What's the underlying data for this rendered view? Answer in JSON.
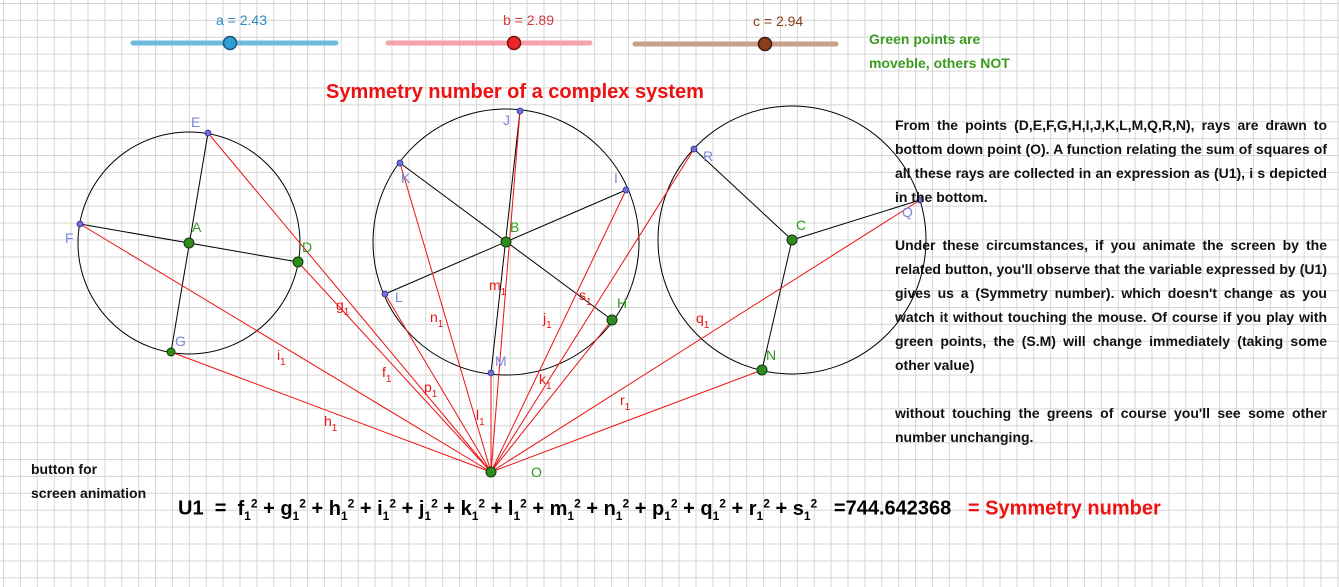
{
  "sliders": [
    {
      "label": "a = 2.43",
      "value": 2.43,
      "color": "#6cbcdb",
      "knob_color": "#2d9fd0",
      "label_color": "#2d8bc0"
    },
    {
      "label": "b = 2.89",
      "value": 2.89,
      "color": "#f4a3ae",
      "knob_color": "#e8262b",
      "label_color": "#d63a3a"
    },
    {
      "label": "c = 2.94",
      "value": 2.94,
      "color": "#c7a08b",
      "knob_color": "#8a3f1a",
      "label_color": "#8a3f1a"
    }
  ],
  "green_note": [
    "Green points are",
    "moveble, others NOT"
  ],
  "title": "Symmetry number of  a  complex system",
  "paragraphs": [
    "From the points (D,E,F,G,H,I,J,K,L,M,Q,R,N), rays are drawn to bottom down point (O). A function relating the sum of squares of all these rays are collected in an expression as (U1), i s depicted in the bottom.",
    "Under these circumstances, if you animate the screen by the related button, you'll observe that the variable expressed by (U1) gives us a (Symmetry number). which doesn't change as you watch it without touching the mouse. Of course if you play with green points, the (S.M) will change immediately (taking some other value)",
    "without touching the greens of course you'll see some other number unchanging."
  ],
  "button_label": [
    "button for",
    "screen animation"
  ],
  "formula": {
    "lhs": "U1",
    "terms": [
      "f",
      "g",
      "h",
      "i",
      "j",
      "k",
      "l",
      "m",
      "n",
      "p",
      "q",
      "r",
      "s"
    ],
    "subscript": "1",
    "power": "2",
    "value": "=744.642368",
    "result_label": "= Symmetry number"
  },
  "points": {
    "green": [
      {
        "name": "A",
        "label": "A"
      },
      {
        "name": "B",
        "label": "B"
      },
      {
        "name": "C",
        "label": "C"
      },
      {
        "name": "D",
        "label": "D"
      },
      {
        "name": "G",
        "label": "G"
      },
      {
        "name": "H",
        "label": "H"
      },
      {
        "name": "N",
        "label": "N"
      },
      {
        "name": "O",
        "label": "O"
      }
    ],
    "blue": [
      {
        "name": "E",
        "label": "E"
      },
      {
        "name": "F",
        "label": "F"
      },
      {
        "name": "J",
        "label": "J"
      },
      {
        "name": "K",
        "label": "K"
      },
      {
        "name": "I",
        "label": "I"
      },
      {
        "name": "L",
        "label": "L"
      },
      {
        "name": "M",
        "label": "M"
      },
      {
        "name": "R",
        "label": "R"
      },
      {
        "name": "Q",
        "label": "Q"
      }
    ]
  },
  "ray_labels": [
    {
      "name": "f",
      "sub": "1"
    },
    {
      "name": "g",
      "sub": "1"
    },
    {
      "name": "h",
      "sub": "1"
    },
    {
      "name": "i",
      "sub": "1"
    },
    {
      "name": "j",
      "sub": "1"
    },
    {
      "name": "k",
      "sub": "1"
    },
    {
      "name": "l",
      "sub": "1"
    },
    {
      "name": "m",
      "sub": "1"
    },
    {
      "name": "n",
      "sub": "1"
    },
    {
      "name": "p",
      "sub": "1"
    },
    {
      "name": "q",
      "sub": "1"
    },
    {
      "name": "r",
      "sub": "1"
    },
    {
      "name": "s",
      "sub": "1"
    }
  ],
  "colors": {
    "ray": "#ee1111",
    "segment": "#000000",
    "green_point": "#2e8b1e",
    "green_label": "#2e9b1e",
    "blue_point": "#6f6fd8",
    "blue_label": "#7b86e0"
  }
}
